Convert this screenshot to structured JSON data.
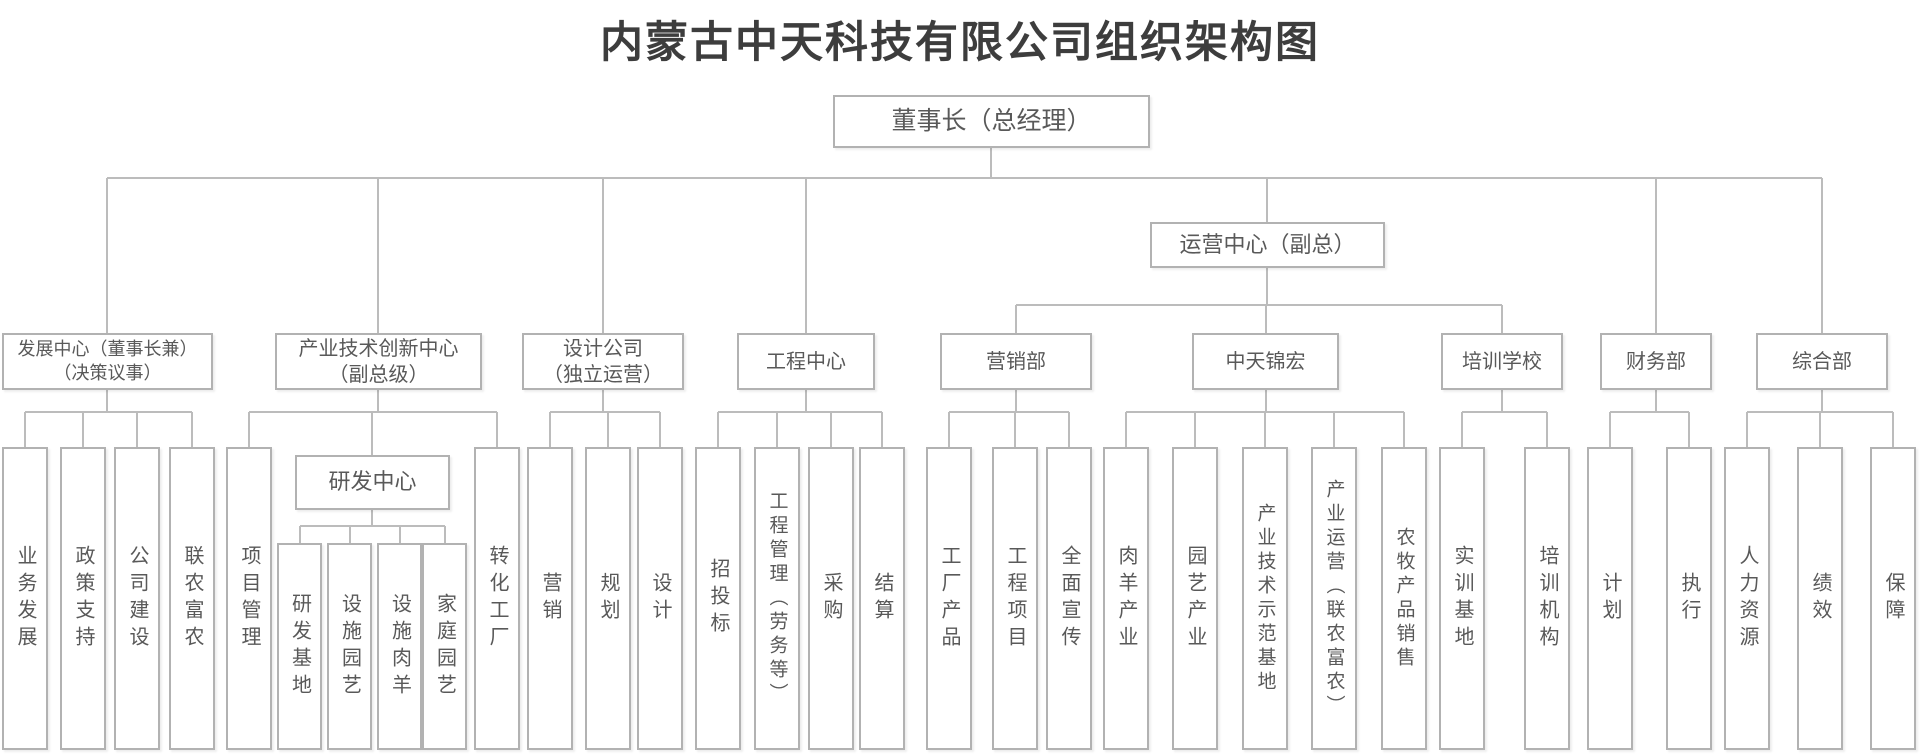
{
  "title": "内蒙古中天科技有限公司组织架构图",
  "colors": {
    "line": "#bcbcbc",
    "box_border": "#b2b2b2",
    "text": "#595959",
    "title_text": "#3d3d3d",
    "background": "#ffffff"
  },
  "org": {
    "root": {
      "label": "董事长（总经理）"
    },
    "operations": {
      "label": "运营中心（副总）"
    },
    "departments": {
      "development": {
        "line1": "发展中心（董事长兼）",
        "line2": "（决策议事）",
        "children": [
          "业务发展",
          "政策支持",
          "公司建设",
          "联农富农"
        ]
      },
      "innovation": {
        "line1": "产业技术创新中心",
        "line2": "（副总级）",
        "children": [
          "项目管理",
          "转化工厂"
        ],
        "sub_center": {
          "label": "研发中心",
          "children": [
            "研发基地",
            "设施园艺",
            "设施肉羊",
            "家庭园艺"
          ]
        }
      },
      "design": {
        "line1": "设计公司",
        "line2": "（独立运营）",
        "children": [
          "营销",
          "规划",
          "设计"
        ]
      },
      "engineering": {
        "label": "工程中心",
        "children": [
          "招投标",
          "工程管理（劳务等）",
          "采购",
          "结算"
        ]
      },
      "marketing": {
        "label": "营销部",
        "children": [
          "工厂产品",
          "工程项目",
          "全面宣传"
        ]
      },
      "jinhong": {
        "label": "中天锦宏",
        "children": [
          "肉羊产业",
          "园艺产业",
          "产业技术示范基地",
          "产业运营（联农富农）",
          "农牧产品销售"
        ]
      },
      "training": {
        "label": "培训学校",
        "children": [
          "实训基地",
          "培训机构"
        ]
      },
      "finance": {
        "label": "财务部",
        "children": [
          "计划",
          "执行"
        ]
      },
      "general": {
        "label": "综合部",
        "children": [
          "人力资源",
          "绩效",
          "保障"
        ]
      }
    }
  }
}
